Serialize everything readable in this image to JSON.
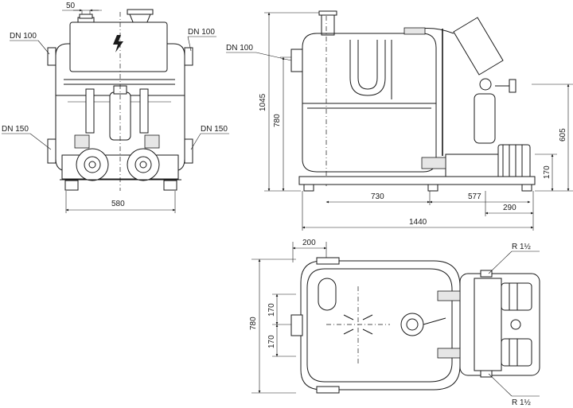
{
  "front_view": {
    "dn100_left": "DN 100",
    "dn100_right": "DN 100",
    "dn150_left": "DN 150",
    "dn150_right": "DN 150",
    "dim_top": "50",
    "dim_width": "580"
  },
  "side_view": {
    "dn100": "DN 100",
    "dim_total_height": "1045",
    "dim_inlet_height": "780",
    "dim_right_height": "605",
    "dim_outlet_height": "170",
    "dim_730": "730",
    "dim_577": "577",
    "dim_290": "290",
    "dim_total_length": "1440"
  },
  "top_view": {
    "dim_200": "200",
    "dim_depth": "780",
    "dim_170_upper": "170",
    "dim_170_lower": "170",
    "r_top": "R 1½",
    "r_bottom": "R 1½"
  }
}
